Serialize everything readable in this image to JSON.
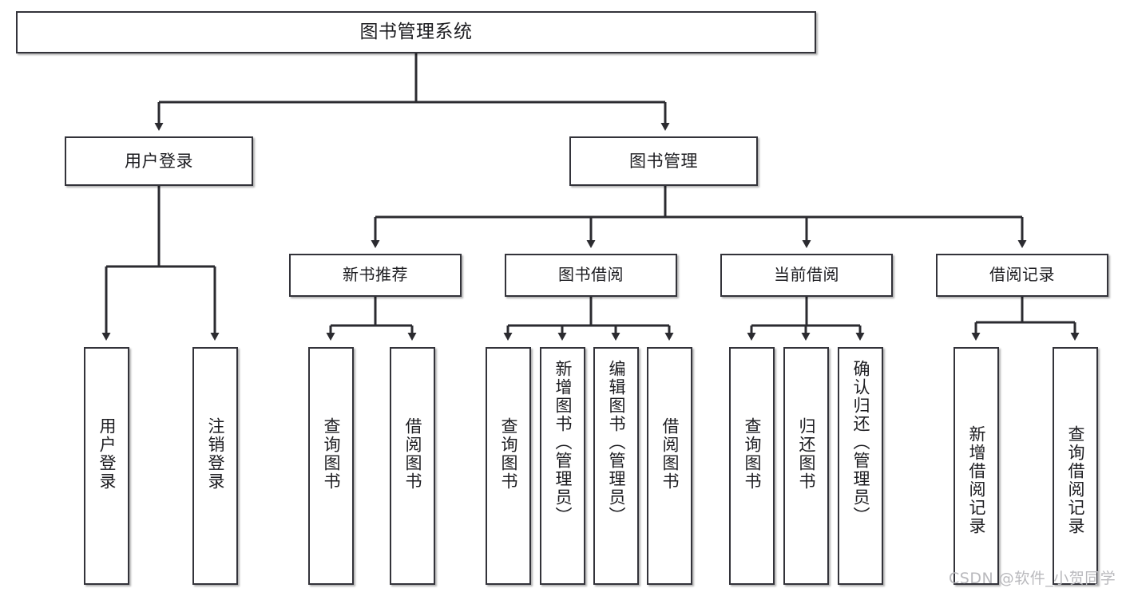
{
  "diagram": {
    "title": "图书管理系统",
    "root": {
      "label": "图书管理系统"
    },
    "level2": [
      {
        "label": "用户登录"
      },
      {
        "label": "图书管理"
      }
    ],
    "level3": [
      {
        "label": "新书推荐"
      },
      {
        "label": "图书借阅"
      },
      {
        "label": "当前借阅"
      },
      {
        "label": "借阅记录"
      }
    ],
    "leaves": {
      "user_login": [
        {
          "label": "用户登录"
        },
        {
          "label": "注销登录"
        }
      ],
      "new_book_recommend": [
        {
          "label": "查询图书"
        },
        {
          "label": "借阅图书"
        }
      ],
      "book_borrow": [
        {
          "label": "查询图书"
        },
        {
          "label": "新增图书（管理员）"
        },
        {
          "label": "编辑图书（管理员）"
        },
        {
          "label": "借阅图书"
        }
      ],
      "current_borrow": [
        {
          "label": "查询图书"
        },
        {
          "label": "归还图书"
        },
        {
          "label": "确认归还（管理员）"
        }
      ],
      "borrow_record": [
        {
          "label": "新增借阅记录"
        },
        {
          "label": "查询借阅记录"
        }
      ]
    }
  },
  "watermark": {
    "text": "CSDN @软件_小贺同学"
  },
  "colors": {
    "box_border": "#33333a",
    "text": "#1c1c20",
    "connector": "#2b2b30",
    "background": "#ffffff",
    "watermark": "#b9b9bd"
  }
}
